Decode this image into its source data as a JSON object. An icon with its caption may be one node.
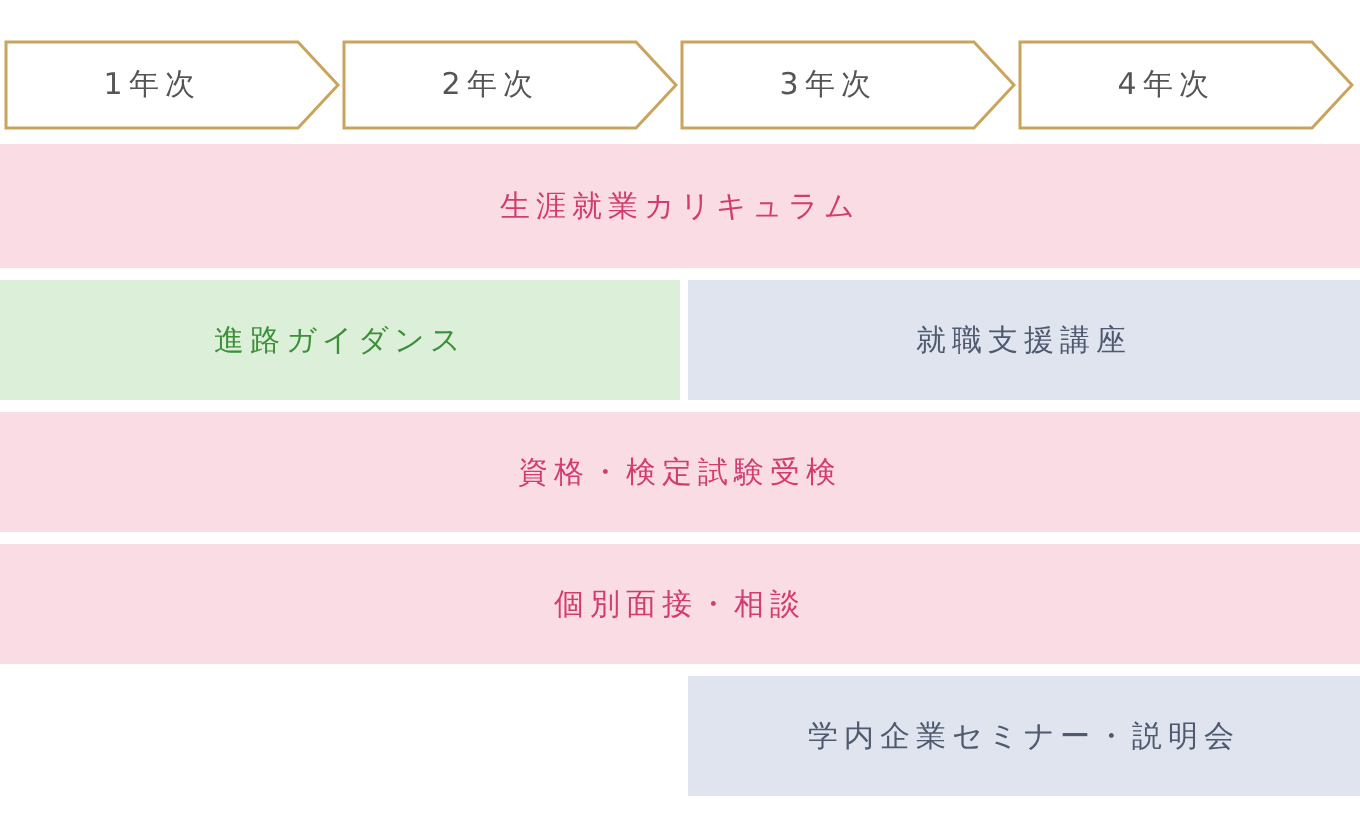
{
  "diagram": {
    "nodes": [
      {
        "text": [
          "1年次"
        ]
      },
      {
        "text": [
          "2年次"
        ]
      },
      {
        "text": [
          "3年次"
        ]
      },
      {
        "text": [
          "4年次"
        ]
      },
      {
        "text": [
          "生涯就業カリキュラム"
        ]
      },
      {
        "text": [
          "進路ガイダンス"
        ]
      },
      {
        "text": [
          "就職支援講座"
        ]
      },
      {
        "text": [
          "資格・検定試験受検"
        ]
      },
      {
        "text": [
          "個別面接・相談"
        ]
      },
      {
        "text": [
          "学内企業セミナー・説明会"
        ]
      }
    ]
  }
}
